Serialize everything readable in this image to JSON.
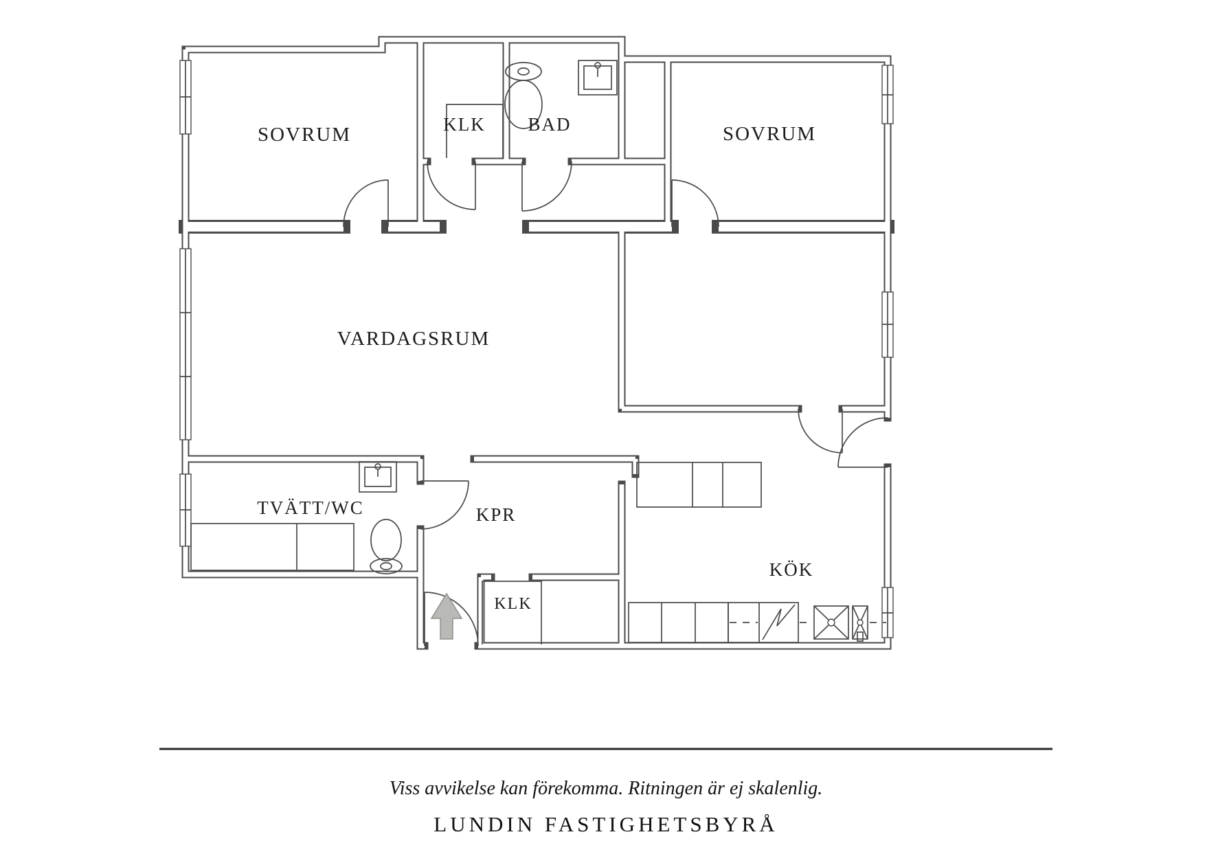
{
  "plan": {
    "type": "apartment-floor-plan",
    "rooms": [
      {
        "id": "sovrum-left",
        "label": "SOVRUM"
      },
      {
        "id": "klk-top",
        "label": "KLK"
      },
      {
        "id": "bad",
        "label": "BAD"
      },
      {
        "id": "sovrum-right",
        "label": "SOVRUM"
      },
      {
        "id": "vardagsrum",
        "label": "VARDAGSRUM"
      },
      {
        "id": "tvatt-wc",
        "label": "TVÄTT/WC"
      },
      {
        "id": "kpr",
        "label": "KPR"
      },
      {
        "id": "klk-bottom",
        "label": "KLK"
      },
      {
        "id": "kok",
        "label": "KÖK"
      }
    ],
    "fixtures": [
      "toilet",
      "toilet",
      "bathroom-sink",
      "laundry-sink",
      "kitchen-double-sink",
      "refrigerator",
      "cabinets",
      "entry-arrow"
    ],
    "colors": {
      "line": "#4a4a4a",
      "text": "#1c1c1c",
      "arrow_fill": "#b9b9b6",
      "background": "#ffffff"
    }
  },
  "footer": {
    "disclaimer": "Viss avvikelse kan förekomma. Ritningen är ej skalenlig.",
    "brand": "LUNDIN FASTIGHETSBYRÅ"
  }
}
